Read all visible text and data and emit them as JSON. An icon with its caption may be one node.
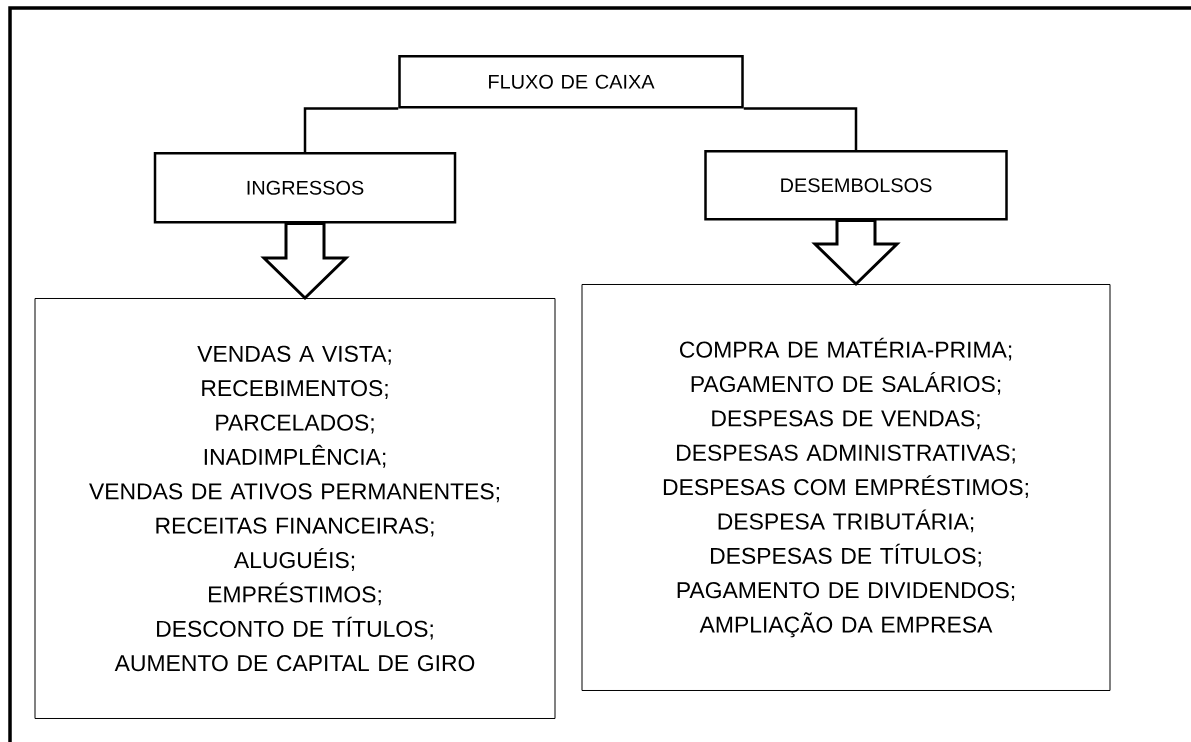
{
  "diagram": {
    "nodes": [
      {
        "text": [
          "FLUXO DE CAIXA"
        ]
      },
      {
        "text": [
          "INGRESSOS"
        ]
      },
      {
        "text": [
          "DESEMBOLSOS"
        ]
      },
      {
        "text": [
          "VENDAS A VISTA;",
          "RECEBIMENTOS;",
          "PARCELADOS;",
          "INADIMPLÊNCIA;",
          "VENDAS DE ATIVOS PERMANENTES;",
          "RECEITAS FINANCEIRAS;",
          "ALUGUÉIS;",
          "EMPRÉSTIMOS;",
          "DESCONTO DE TÍTULOS;",
          "AUMENTO DE CAPITAL DE GIRO"
        ]
      },
      {
        "text": [
          "COMPRA DE MATÉRIA-PRIMA;",
          "PAGAMENTO DE SALÁRIOS;",
          "DESPESAS DE VENDAS;",
          "DESPESAS ADMINISTRATIVAS;",
          "DESPESAS COM EMPRÉSTIMOS;",
          "DESPESA TRIBUTÁRIA;",
          "DESPESAS DE TÍTULOS;",
          "PAGAMENTO DE DIVIDENDOS;",
          "AMPLIAÇÃO DA EMPRESA"
        ]
      }
    ],
    "edges": [
      {
        "from": 0,
        "to": 1,
        "arrow": "none"
      },
      {
        "from": 0,
        "to": 2,
        "arrow": "none"
      },
      {
        "from": 1,
        "to": 3,
        "arrow": "to"
      },
      {
        "from": 2,
        "to": 4,
        "arrow": "to"
      }
    ]
  }
}
